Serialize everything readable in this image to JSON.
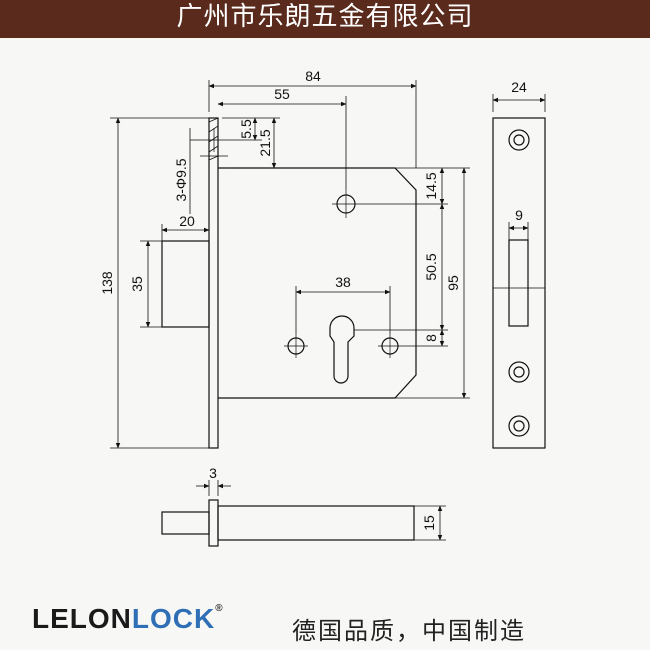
{
  "header": {
    "company_name": "广州市乐朗五金有限公司",
    "background_color": "#5a2a1c"
  },
  "dimensions": {
    "width_total": "84",
    "backset": "55",
    "faceplate_width": "24",
    "top_offset_a": "5.5",
    "top_offset_b": "21.5",
    "holes": "3-Φ9.5",
    "bolt_throw": "20",
    "bolt_height": "35",
    "total_height": "138",
    "upper_offset": "14.5",
    "center_distance": "50.5",
    "body_height": "95",
    "screw_spacing": "38",
    "cylinder_offset": "8",
    "strike_slot": "9",
    "faceplate_thickness": "3",
    "bolt_section": "15"
  },
  "footer": {
    "brand_part1": "LELON",
    "brand_part2": "LOCK",
    "registered_mark": "®",
    "slogan": "德国品质，中国制造",
    "brand_color": "#2f6fb5"
  }
}
